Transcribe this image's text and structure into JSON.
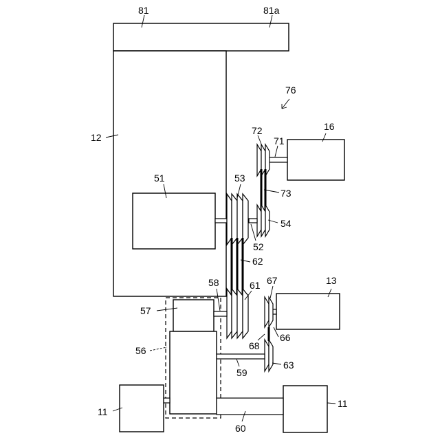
{
  "labels": {
    "l81": "81",
    "l81a": "81a",
    "l76": "76",
    "l12": "12",
    "l16": "16",
    "l72": "72",
    "l71": "71",
    "l73": "73",
    "l51": "51",
    "l53": "53",
    "l54": "54",
    "l52": "52",
    "l62": "62",
    "l58": "58",
    "l61": "61",
    "l67": "67",
    "l13": "13",
    "l57": "57",
    "l66": "66",
    "l68": "68",
    "l56": "56",
    "l63": "63",
    "l59": "59",
    "l11a": "11",
    "l11b": "11",
    "l60": "60"
  }
}
